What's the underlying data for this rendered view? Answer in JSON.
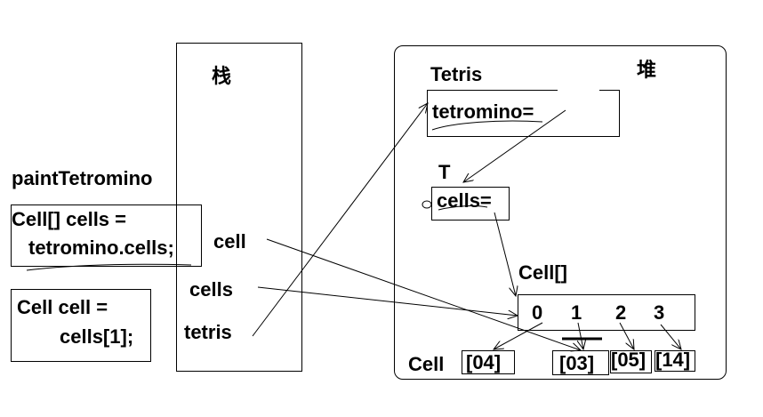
{
  "stack": {
    "title": "栈",
    "vars": {
      "cell": "cell",
      "cells": "cells",
      "tetris": "tetris"
    }
  },
  "heap": {
    "title": "堆"
  },
  "method": {
    "name": "paintTetromino",
    "stmt1": {
      "line1": "Cell[] cells =",
      "line2": "tetromino.cells;"
    },
    "stmt2": {
      "line1": "Cell cell =",
      "line2": "cells[1];"
    }
  },
  "tetris_obj": {
    "label": "Tetris",
    "field": "tetromino="
  },
  "t_obj": {
    "label": "T",
    "field": "cells="
  },
  "cell_array": {
    "label": "Cell[]",
    "indices": [
      "0",
      "1",
      "2",
      "3"
    ]
  },
  "cells": {
    "label": "Cell",
    "items": [
      "[04]",
      "[03]",
      "[05]",
      "[14]"
    ]
  }
}
